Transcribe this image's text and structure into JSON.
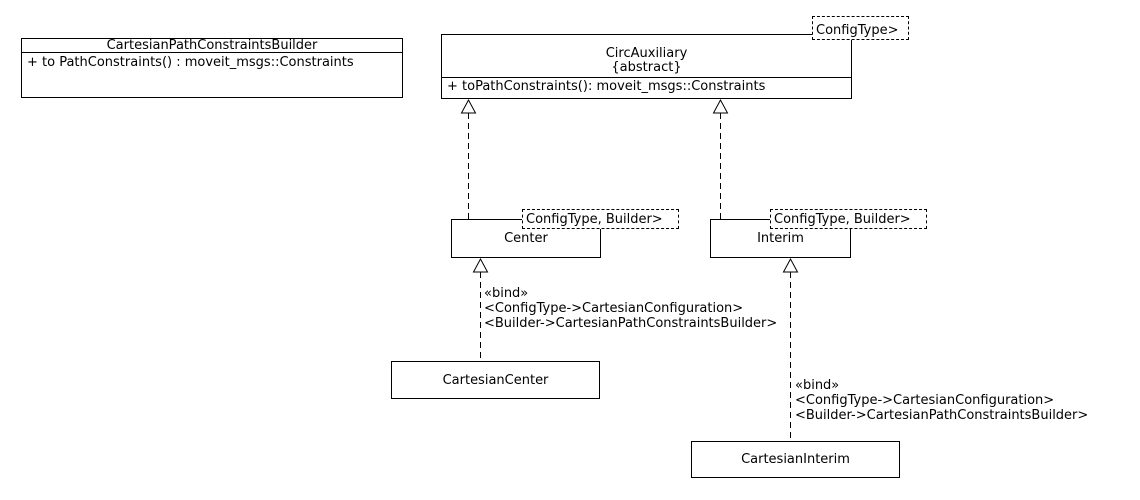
{
  "diagram": {
    "kind": "uml-class-diagram",
    "background_color": "#ffffff",
    "stroke_color": "#000000",
    "text_color": "#000000"
  },
  "classes": {
    "builder": {
      "title": "CartesianPathConstraintsBuilder",
      "operations": [
        "+ to PathConstraints() : moveit_msgs::Constraints"
      ]
    },
    "circ_auxiliary": {
      "title": "CircAuxiliary",
      "modifier": "{abstract}",
      "template": "ConfigType>",
      "operations": [
        "+ toPathConstraints(): moveit_msgs::Constraints"
      ]
    },
    "center": {
      "title": "Center",
      "template": "ConfigType, Builder>"
    },
    "interim": {
      "title": "Interim",
      "template": "ConfigType, Builder>"
    },
    "cartesian_center": {
      "title": "CartesianCenter"
    },
    "cartesian_interim": {
      "title": "CartesianInterim"
    }
  },
  "bind_labels": {
    "center": {
      "stereotype": "«bind»",
      "bindings": [
        "<ConfigType->CartesianConfiguration>",
        "<Builder->CartesianPathConstraintsBuilder>"
      ]
    },
    "interim": {
      "stereotype": "«bind»",
      "bindings": [
        "<ConfigType->CartesianConfiguration>",
        "<Builder->CartesianPathConstraintsBuilder>"
      ]
    }
  }
}
